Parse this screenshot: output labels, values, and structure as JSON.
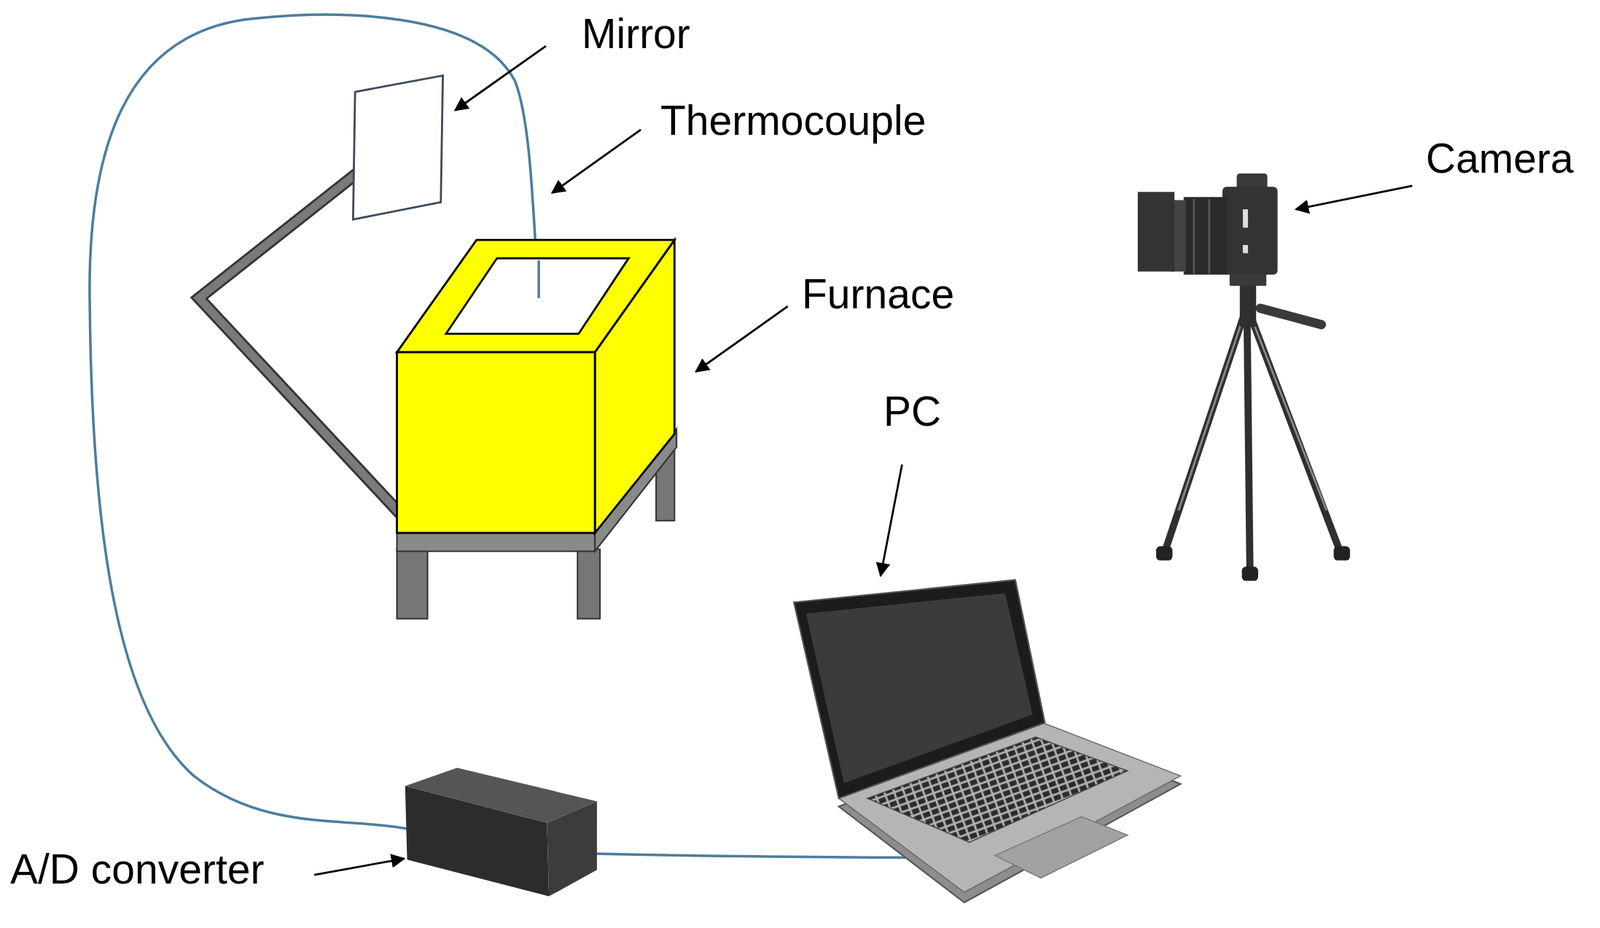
{
  "diagram": {
    "labels": [
      "Mirror",
      "Thermocouple",
      "Camera",
      "Furnace",
      "PC",
      "A/D converter"
    ]
  }
}
